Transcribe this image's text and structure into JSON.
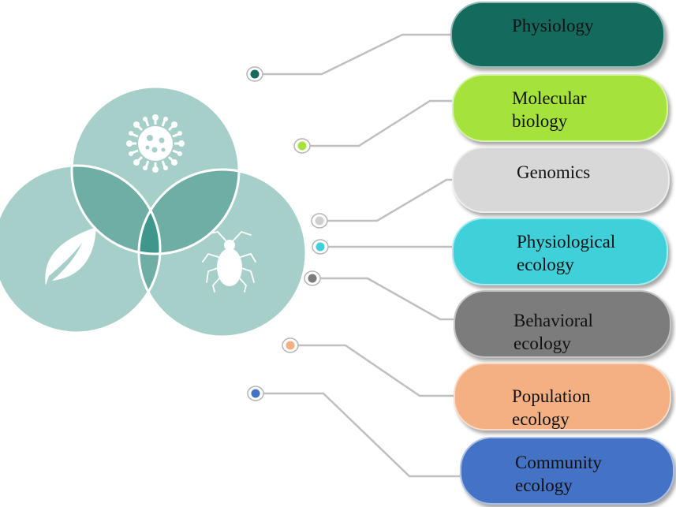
{
  "colors": {
    "venn_fill": "#a6cfca",
    "venn_overlap": "#6eaea4",
    "venn_center": "#3f968a",
    "venn_stroke": "#ffffff",
    "connector": "#bfbfbf"
  },
  "icons": {
    "top_circle": "virus-icon",
    "left_circle": "leaf-icon",
    "right_circle": "aphid-icon"
  },
  "items": [
    {
      "lines": [
        "Physiology"
      ],
      "color": "#136a5d",
      "dot_color": "#136a5d"
    },
    {
      "lines": [
        "Molecular",
        "biology"
      ],
      "color": "#a5e33c",
      "dot_color": "#a5e33c"
    },
    {
      "lines": [
        "Genomics"
      ],
      "color": "#d8d8d8",
      "dot_color": "#cfcfcf"
    },
    {
      "lines": [
        "Physiological",
        "ecology"
      ],
      "color": "#3fd0da",
      "dot_color": "#3fd0da"
    },
    {
      "lines": [
        "Behavioral",
        "ecology"
      ],
      "color": "#7c7c7c",
      "dot_color": "#7c7c7c"
    },
    {
      "lines": [
        "Population",
        "ecology"
      ],
      "color": "#f4b083",
      "dot_color": "#f4b083"
    },
    {
      "lines": [
        "Community",
        "ecology"
      ],
      "color": "#4472c4",
      "dot_color": "#4472c4"
    }
  ]
}
